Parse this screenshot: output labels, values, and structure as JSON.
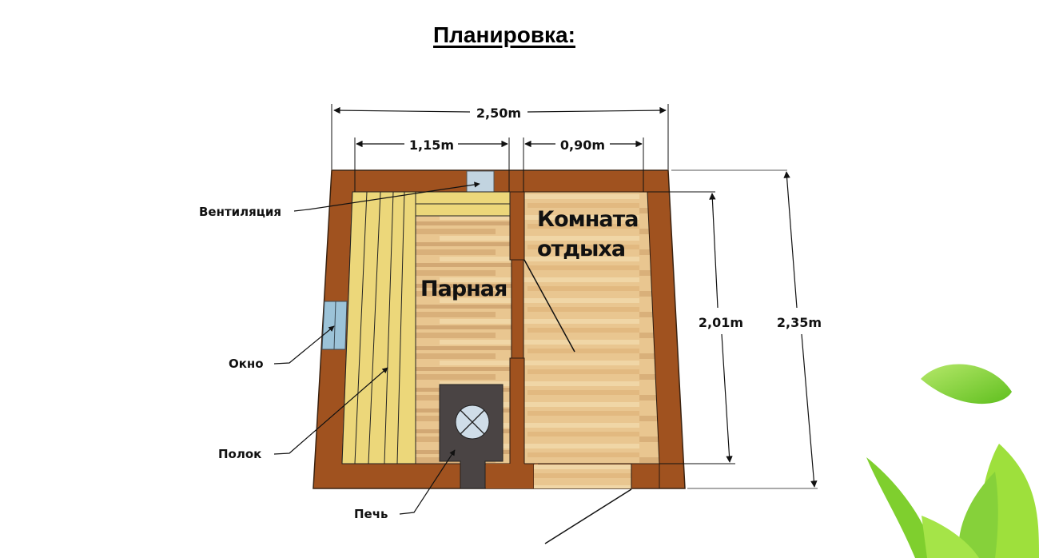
{
  "title": "Планировка:",
  "dimensions": {
    "total_width": "2,50m",
    "steam_room_width": "1,15m",
    "rest_room_width": "0,90m",
    "inner_height": "2,01m",
    "total_height": "2,35m"
  },
  "rooms": {
    "steam_room": "Парная",
    "rest_room_line1": "Комната",
    "rest_room_line2": "отдыха"
  },
  "labels": {
    "ventilation": "Вентиляция",
    "window": "Окно",
    "bench": "Полок",
    "stove": "Печь"
  },
  "colors": {
    "wall": "#a0521f",
    "floor": "#e6c18a",
    "bench": "#ecd77a",
    "stove": "#4a4444",
    "glass": "#9cc3d8",
    "leaf": "#8ed43a"
  }
}
